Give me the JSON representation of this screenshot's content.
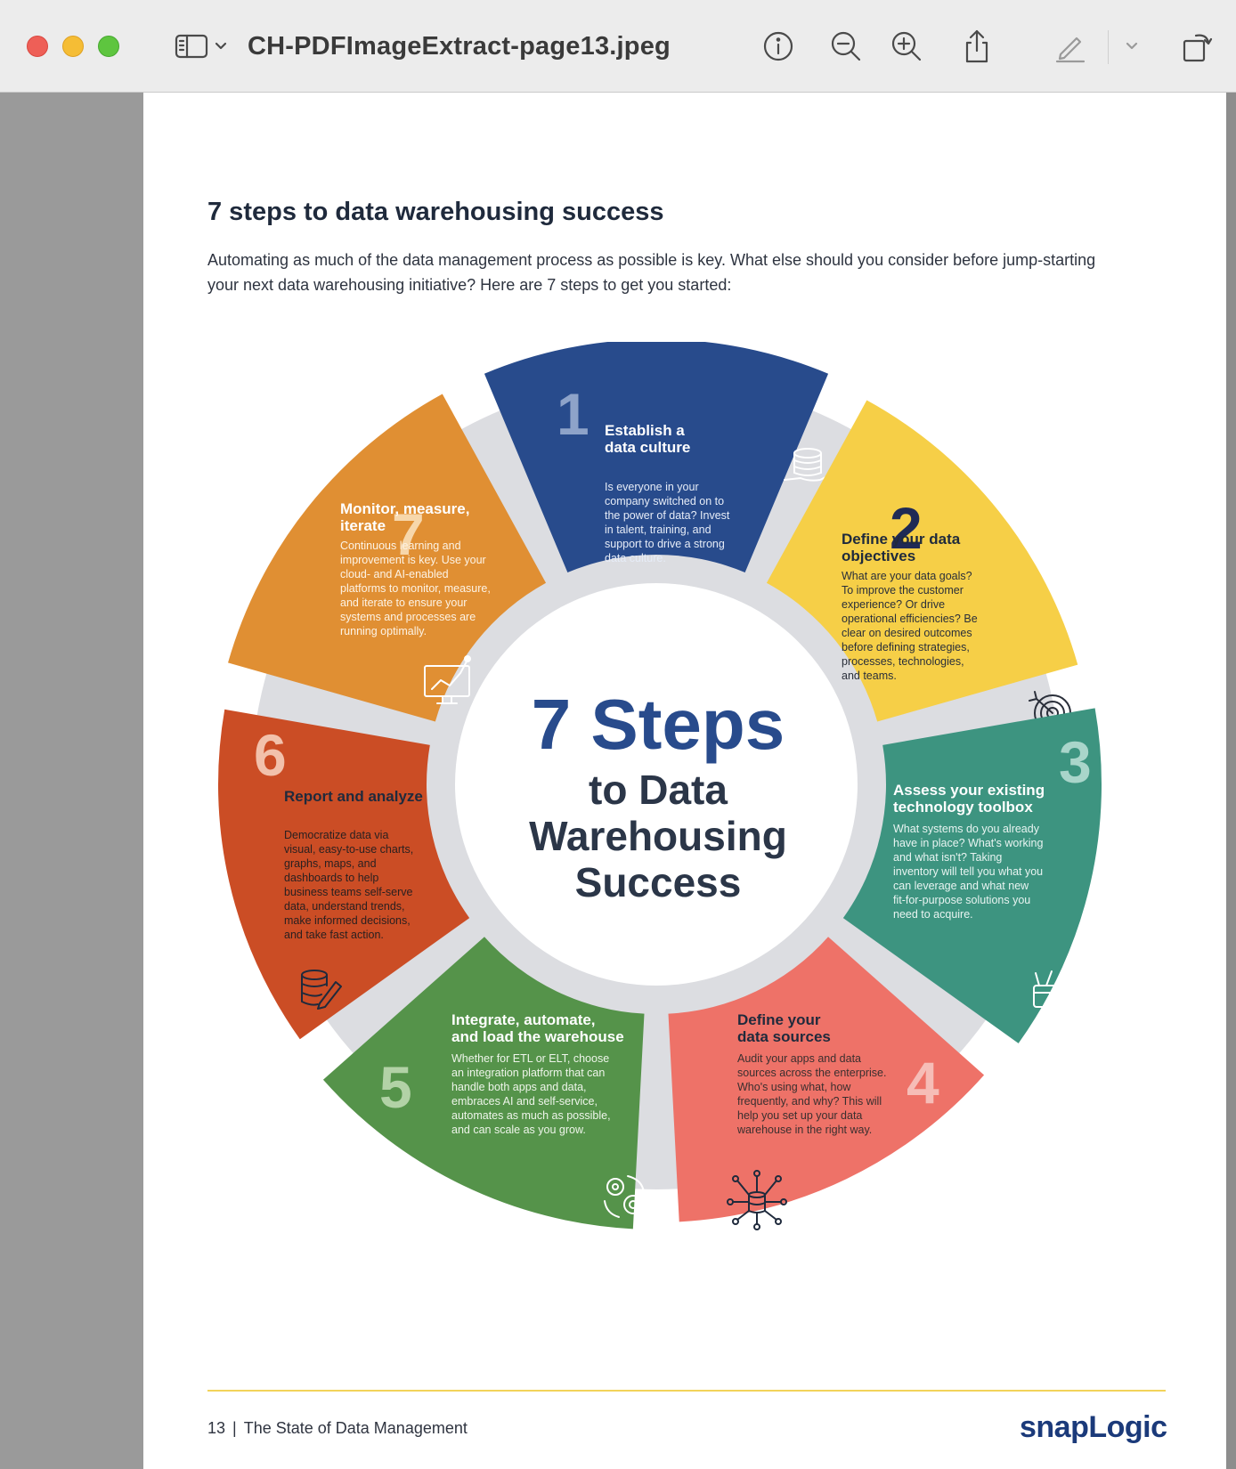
{
  "window": {
    "title": "CH-PDFImageExtract-page13.jpeg"
  },
  "page": {
    "heading": "7 steps to data warehousing success",
    "intro": "Automating as much of the data management process as possible is key. What else should you consider before jump-starting your next data warehousing initiative? Here are 7 steps to get you started:",
    "center": {
      "line1": "7 Steps",
      "line2": "to Data",
      "line3": "Warehousing",
      "line4": "Success"
    },
    "steps": [
      {
        "number": "1",
        "title1": "Establish a",
        "title2": "data culture",
        "body": [
          "Is everyone in your",
          "company switched on to",
          "the power of data? Invest",
          "in talent, training, and",
          "support to drive a strong",
          "data culture."
        ],
        "color": "#284b8c",
        "icon": "database-hand-icon"
      },
      {
        "number": "2",
        "title1": "Define your data",
        "title2": "objectives",
        "body": [
          "What are your data goals?",
          "To improve the customer",
          "experience? Or drive",
          "operational efficiencies? Be",
          "clear on desired outcomes",
          "before defining strategies,",
          "processes, technologies,",
          "and teams."
        ],
        "color": "#f6cf47",
        "icon": "target-icon"
      },
      {
        "number": "3",
        "title1": "Assess your existing",
        "title2": "technology toolbox",
        "body": [
          "What systems do you already",
          "have in place? What's working",
          "and what isn't? Taking",
          "inventory will tell you what you",
          "can leverage and what new",
          "fit-for-purpose solutions you",
          "need to acquire."
        ],
        "color": "#3d9480",
        "icon": "toolbox-icon"
      },
      {
        "number": "4",
        "title1": "Define your",
        "title2": "data sources",
        "body": [
          "Audit your apps and data",
          "sources across the enterprise.",
          "Who's using what, how",
          "frequently, and why? This will",
          "help you set up your data",
          "warehouse in the right way."
        ],
        "color": "#ee7268",
        "icon": "network-icon"
      },
      {
        "number": "5",
        "title1": "Integrate, automate,",
        "title2": "and load the warehouse",
        "body": [
          "Whether for ETL or ELT, choose",
          "an integration platform that can",
          "handle both apps and data,",
          "embraces AI and self-service,",
          "automates as much as possible,",
          "and can scale as you grow."
        ],
        "color": "#55934a",
        "icon": "gears-icon"
      },
      {
        "number": "6",
        "title1": "Report and analyze",
        "title2": "",
        "body": [
          "Democratize data via",
          "visual, easy-to-use charts,",
          "graphs, maps, and",
          "dashboards to help",
          "business teams self-serve",
          "data, understand trends,",
          "make informed decisions,",
          "and take fast action."
        ],
        "color": "#cb4d25",
        "icon": "database-pencil-icon"
      },
      {
        "number": "7",
        "title1": "Monitor, measure,",
        "title2": "iterate",
        "body": [
          "Continuous learning and",
          "improvement is key. Use your",
          "cloud- and AI-enabled",
          "platforms to monitor, measure,",
          "and iterate to ensure your",
          "systems and processes are",
          "running optimally."
        ],
        "color": "#e08f33",
        "icon": "monitor-chart-icon"
      }
    ],
    "footer": {
      "page_number": "13",
      "separator": "|",
      "doc_title": "The State of Data Management",
      "brand": "snapLogic"
    }
  },
  "colors": {
    "navy": "#284b8c",
    "ring": "#dcdde1",
    "dark_text": "#1f2a3c"
  }
}
